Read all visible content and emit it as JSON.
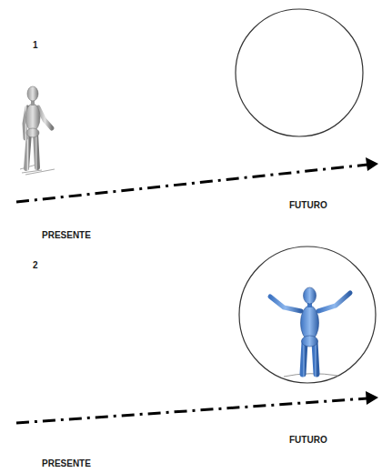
{
  "diagram": {
    "labels": [
      "1",
      "FUTURO",
      "PRESENTE",
      "2",
      "FUTURO",
      "PRESENTE"
    ]
  }
}
